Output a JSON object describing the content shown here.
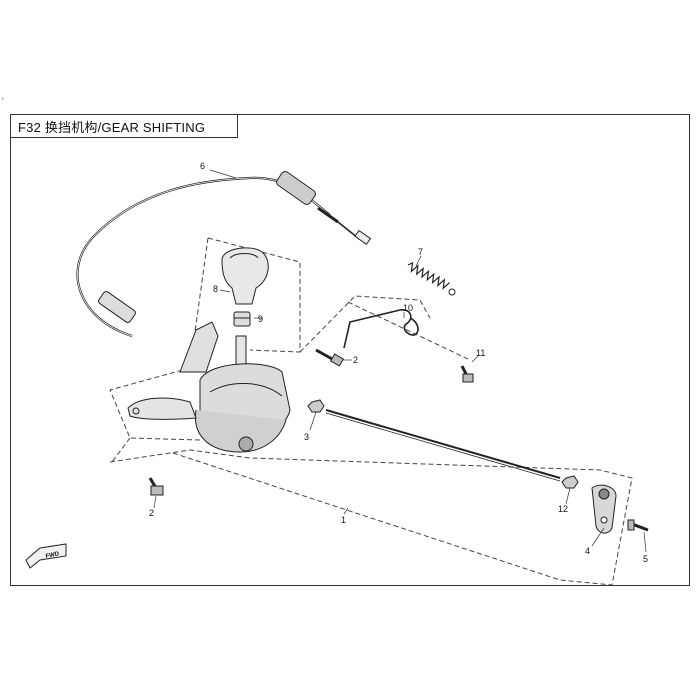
{
  "title": "F32 换挡机构/GEAR SHIFTING",
  "fwd_label": "FWD",
  "callouts": {
    "c1": "1",
    "c2a": "2",
    "c2b": "2",
    "c3": "3",
    "c4": "4",
    "c5": "5",
    "c6": "6",
    "c7": "7",
    "c8": "8",
    "c9": "9",
    "c10": "10",
    "c11": "11",
    "c12": "12"
  }
}
